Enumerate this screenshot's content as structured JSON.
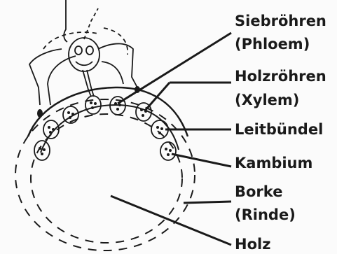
{
  "labels": {
    "siebroehren_line1": "Siebröhren",
    "siebroehren_line2": "(Phloem)",
    "holzroehren_line1": "Holzröhren",
    "holzroehren_line2": "(Xylem)",
    "leitbuendel": "Leitbündel",
    "kambium": "Kambium",
    "borke_line1": "Borke",
    "borke_line2": "(Rinde)",
    "holz": "Holz"
  },
  "colors": {
    "ink": "#1a1a1a",
    "paper": "#fbfbfb"
  }
}
